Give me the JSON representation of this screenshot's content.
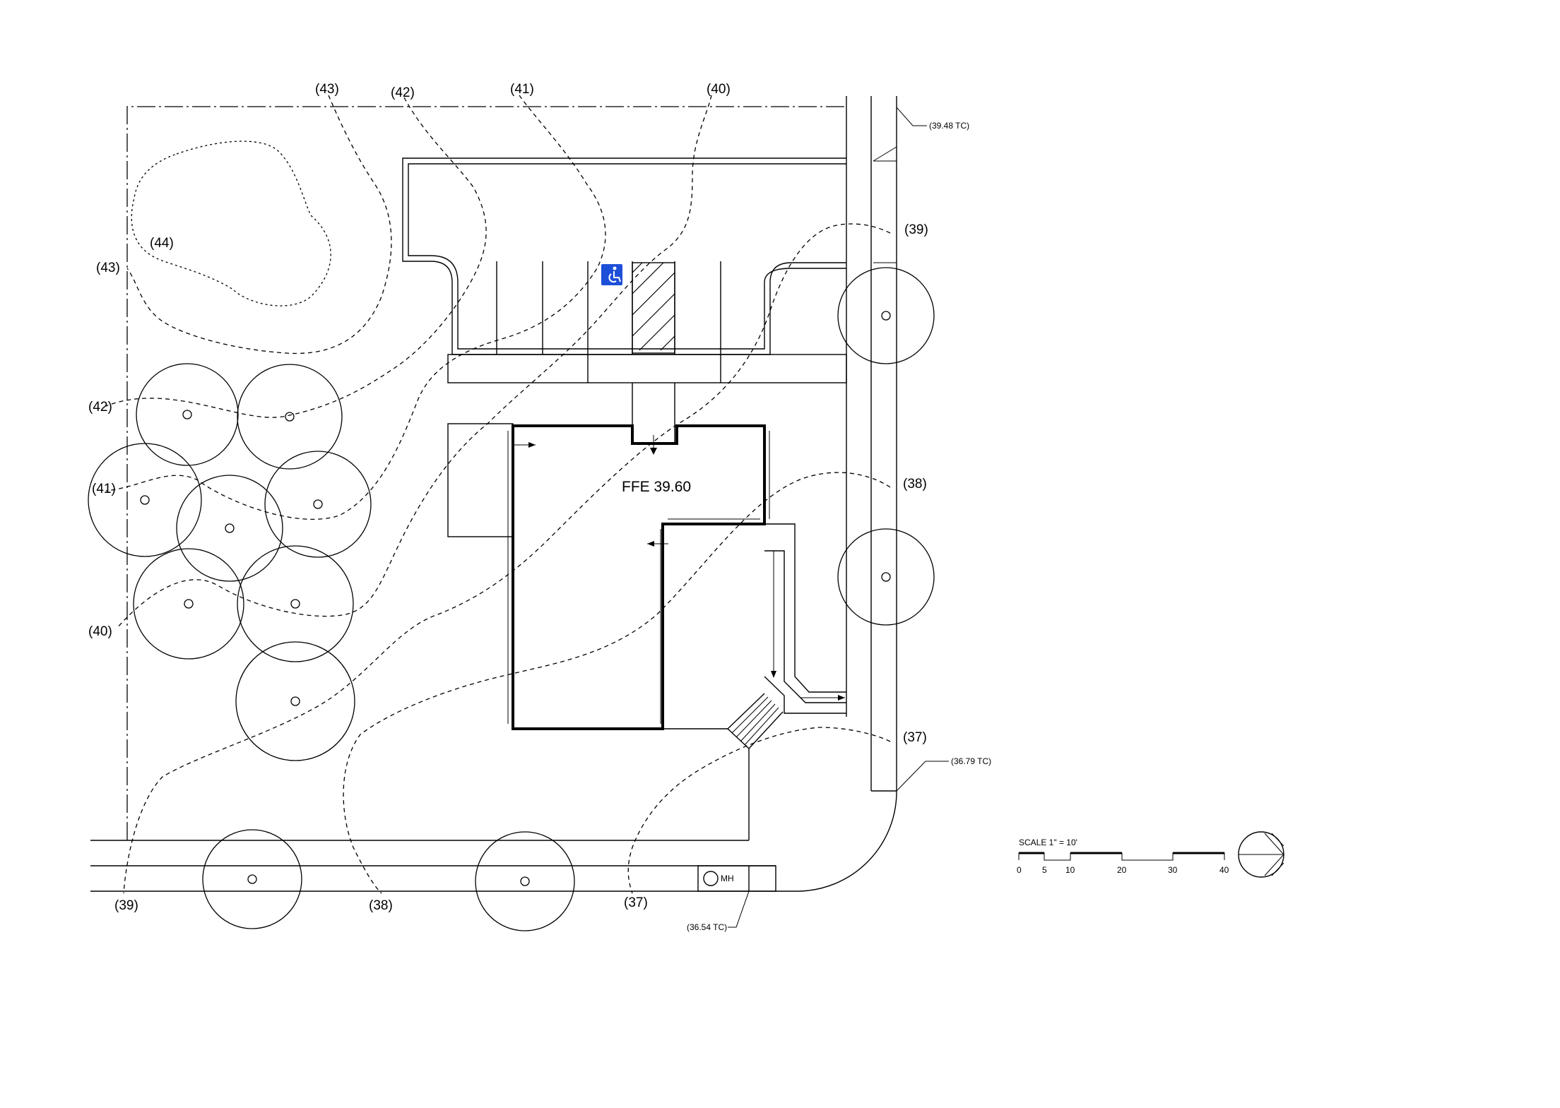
{
  "contours": {
    "top_43": "(43)",
    "top_42": "(42)",
    "top_41": "(41)",
    "top_40": "(40)",
    "left_44": "(44)",
    "left_43": "(43)",
    "left_42": "(42)",
    "left_41": "(41)",
    "left_40": "(40)",
    "right_39": "(39)",
    "right_38": "(38)",
    "right_37": "(37)",
    "bottom_39": "(39)",
    "bottom_38": "(38)",
    "bottom_37": "(37)"
  },
  "elevations": {
    "tc_top": "(39.48 TC)",
    "tc_right": "(36.79 TC)",
    "tc_bottom": "(36.54 TC)"
  },
  "building": {
    "ffe": "FFE 39.60"
  },
  "manhole": {
    "label": "MH"
  },
  "scale_bar": {
    "title": "SCALE 1\" = 10'",
    "ticks": [
      "0",
      "5",
      "10",
      "20",
      "30",
      "40"
    ]
  },
  "icons": {
    "accessible_parking": "wheelchair-icon",
    "north_arrow": "north-arrow-icon"
  },
  "colors": {
    "accessible_sign": "#1d4fd8",
    "linework": "#000000"
  }
}
